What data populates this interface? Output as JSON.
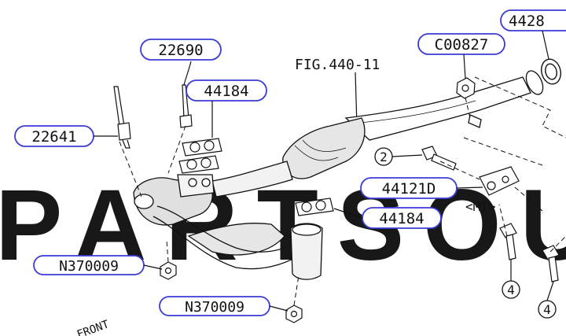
{
  "watermark": "PARTSOU",
  "figure_ref": "FIG.440-11",
  "labels": {
    "p22690": "22690",
    "p22641": "22641",
    "p44184_top": "44184",
    "p4428": "4428",
    "pC00827": "C00827",
    "p44121D": "44121D",
    "p44184_mid": "44184",
    "pN370009_left": "N370009",
    "pN370009_bottom": "N370009"
  },
  "callouts": {
    "c2": "2",
    "c4a": "4",
    "c4b": "4"
  },
  "mt_note": "<MT>",
  "front_mark": "FRONT",
  "colors": {
    "label_border": "#3b3bd6",
    "line": "#111111",
    "watermark": "#000000"
  }
}
